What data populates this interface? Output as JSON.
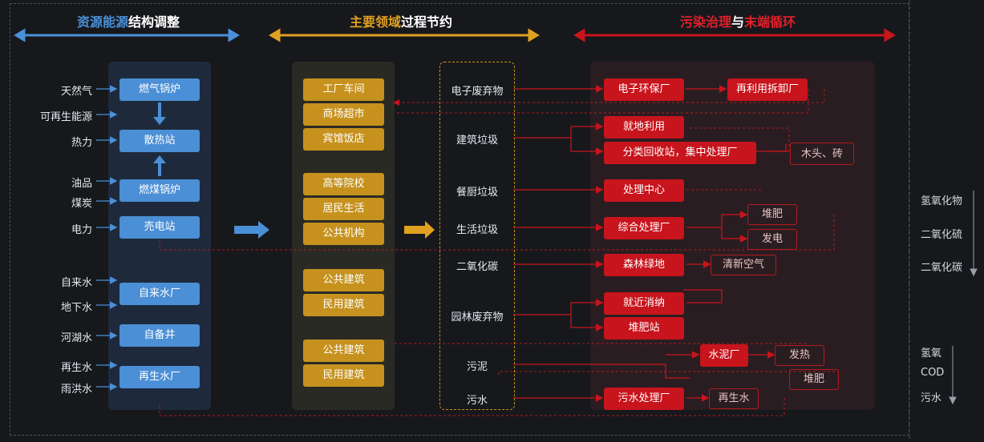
{
  "headers": {
    "left": {
      "a": "资源能源",
      "b": " 结构调整"
    },
    "middle": {
      "a": "主要领域",
      "b": " 过程节约"
    },
    "right": {
      "a": "污染治理",
      "b": " 与 ",
      "c": "末端循环"
    }
  },
  "left": {
    "inputs": [
      "天然气",
      "可再生能源",
      "热力",
      "油品",
      "煤炭",
      "电力",
      "自来水",
      "地下水",
      "河湖水",
      "再生水",
      "雨洪水"
    ],
    "boxes": [
      "燃气锅炉",
      "散热站",
      "燃煤锅炉",
      "売电站",
      "自来水厂",
      "自备井",
      "再生水厂"
    ]
  },
  "middle": {
    "groups": [
      [
        "工厂车间",
        "商场超市",
        "宾馆饭店"
      ],
      [
        "高等院校",
        "居民生活",
        "公共机构"
      ],
      [
        "公共建筑",
        "民用建筑"
      ],
      [
        "公共建筑",
        "民用建筑"
      ]
    ]
  },
  "categories": [
    "电子废弃物",
    "建筑垃圾",
    "餐厨垃圾",
    "生活垃圾",
    "二氧化碳",
    "园林废弃物",
    "污泥",
    "污水"
  ],
  "right": {
    "red_boxes": [
      "电子环保厂",
      "再利用拆卸厂",
      "就地利用",
      "分类回收站，集中处理厂",
      "处理中心",
      "综合处理厂",
      "森林绿地",
      "就近消纳",
      "堆肥站",
      "水泥厂",
      "污水处理厂"
    ],
    "outline_boxes": [
      "木头、砖",
      "堆肥",
      "发电",
      "清新空气",
      "发热",
      "堆肥",
      "再生水"
    ]
  },
  "side_lists": {
    "upper": [
      "氢氧化物",
      "二氧化硫",
      "二氧化碳"
    ],
    "lower": [
      "氢氧",
      "COD",
      "污水"
    ]
  },
  "colors": {
    "blue": "#4b8fd6",
    "gold": "#c6921d",
    "red": "#c8141c",
    "blue_header": "#4a90d9",
    "gold_header": "#e0a020",
    "red_header": "#e0202a"
  }
}
